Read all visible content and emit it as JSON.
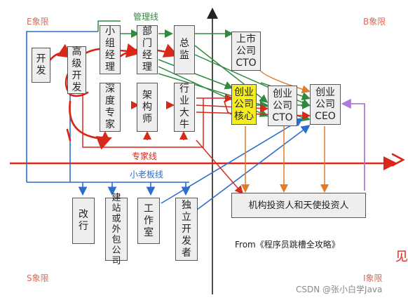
{
  "quadrants": {
    "e": "E象限",
    "b": "B象限",
    "s": "S象限",
    "i": "I象限"
  },
  "lines": {
    "management": "管理线",
    "expert": "专家线",
    "small_boss": "小老板线"
  },
  "nodes": {
    "kaifa": "开\n发",
    "gaoji": "高\n级\n开\n发",
    "xiaozu": "小\n组\n经\n理",
    "bumen": "部\n门\n经\n理",
    "zongjian": "总\n监",
    "shenduzhuanjia": "深\n度\n专\n家",
    "jiagoushi": "架\n构\n师",
    "hangye": "行\n业\n大\n牛",
    "shangshi_cto": "上市\n公司\nCTO",
    "chuangye_hexin": "创业\n公司\n核心",
    "chuangye_cto": "创业\n公司\nCTO",
    "chuangye_ceo": "创业\n公司\nCEO",
    "gaihang": "改\n行",
    "jianzhan": "建\n站\n或\n外\n包\n公\n司",
    "gongzuoshi": "工\n作\n室",
    "duli": "独\n立\n开\n发\n者",
    "investors": "机构投资人和天使投资人"
  },
  "source_note": "From《程序员跳槽全攻略》",
  "watermark": "CSDN @张小白学Java",
  "side_mark": "见",
  "colors": {
    "green": "#2e8b3e",
    "red": "#d8281c",
    "blue": "#2a6fcf",
    "orange": "#e07b2a",
    "purple": "#b07ad8",
    "quadrant": "#e06a55"
  }
}
